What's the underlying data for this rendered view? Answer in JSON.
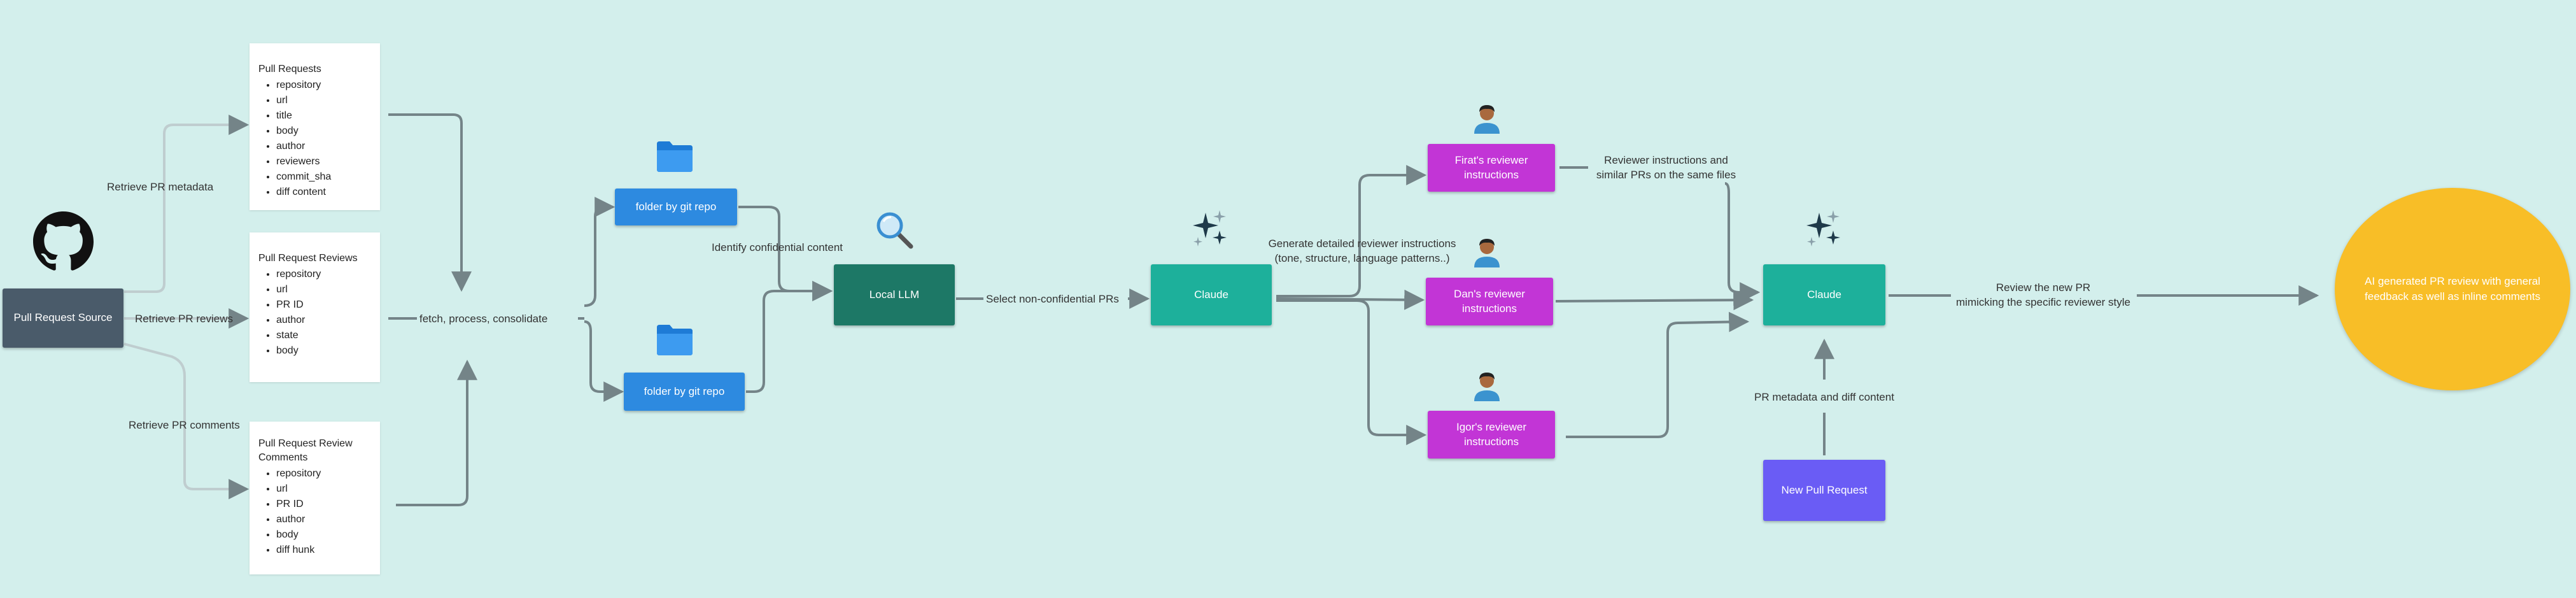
{
  "colors": {
    "background": "#d3efec",
    "source_node": "#4a5b6a",
    "folder_node": "#2d8ae0",
    "local_llm": "#1d7866",
    "claude": "#1db09b",
    "reviewer": "#c235d6",
    "new_pr": "#6a5cf5",
    "result": "#f8be27",
    "arrow": "#748488"
  },
  "nodes": {
    "source": "Pull Request Source",
    "folder_top": "folder by git repo",
    "folder_bottom": "folder by git repo",
    "local_llm": "Local LLM",
    "claude_1": "Claude",
    "reviewer_firat": "Firat's reviewer instructions",
    "reviewer_dan": "Dan's reviewer instructions",
    "reviewer_igor": "Igor's reviewer instructions",
    "claude_2": "Claude",
    "new_pr": "New Pull Request",
    "result": "AI generated PR review with general feedback as well as inline comments"
  },
  "cards": {
    "pull_requests": {
      "title": "Pull Requests",
      "items": [
        "repository",
        "url",
        "title",
        "body",
        "author",
        "reviewers",
        "commit_sha",
        "diff content"
      ]
    },
    "pr_reviews": {
      "title": "Pull Request Reviews",
      "items": [
        "repository",
        "url",
        "PR ID",
        "author",
        "state",
        "body"
      ]
    },
    "pr_comments": {
      "title": "Pull Request Review Comments",
      "items": [
        "repository",
        "url",
        "PR ID",
        "author",
        "body",
        "diff hunk"
      ]
    }
  },
  "edge_labels": {
    "retrieve_metadata": "Retrieve PR metadata",
    "retrieve_reviews": "Retrieve PR reviews",
    "retrieve_comments": "Retrieve PR comments",
    "fetch_process": "fetch, process, consolidate",
    "identify_confidential": "Identify confidential content",
    "select_non_confidential": "Select non-confidential PRs",
    "generate_line1": "Generate detailed reviewer instructions",
    "generate_line2": "(tone, structure, language patterns..)",
    "reviewer_similar_line1": "Reviewer instructions and",
    "reviewer_similar_line2": "similar PRs on the same files",
    "pr_metadata_diff": "PR metadata and diff content",
    "review_new_line1": "Review the new PR",
    "review_new_line2": "mimicking the specific reviewer style"
  },
  "icons": {
    "source": "github-icon",
    "folder": "folder-icon",
    "search": "magnifier-icon",
    "sparkle": "sparkle-icon",
    "person": "person-icon"
  }
}
